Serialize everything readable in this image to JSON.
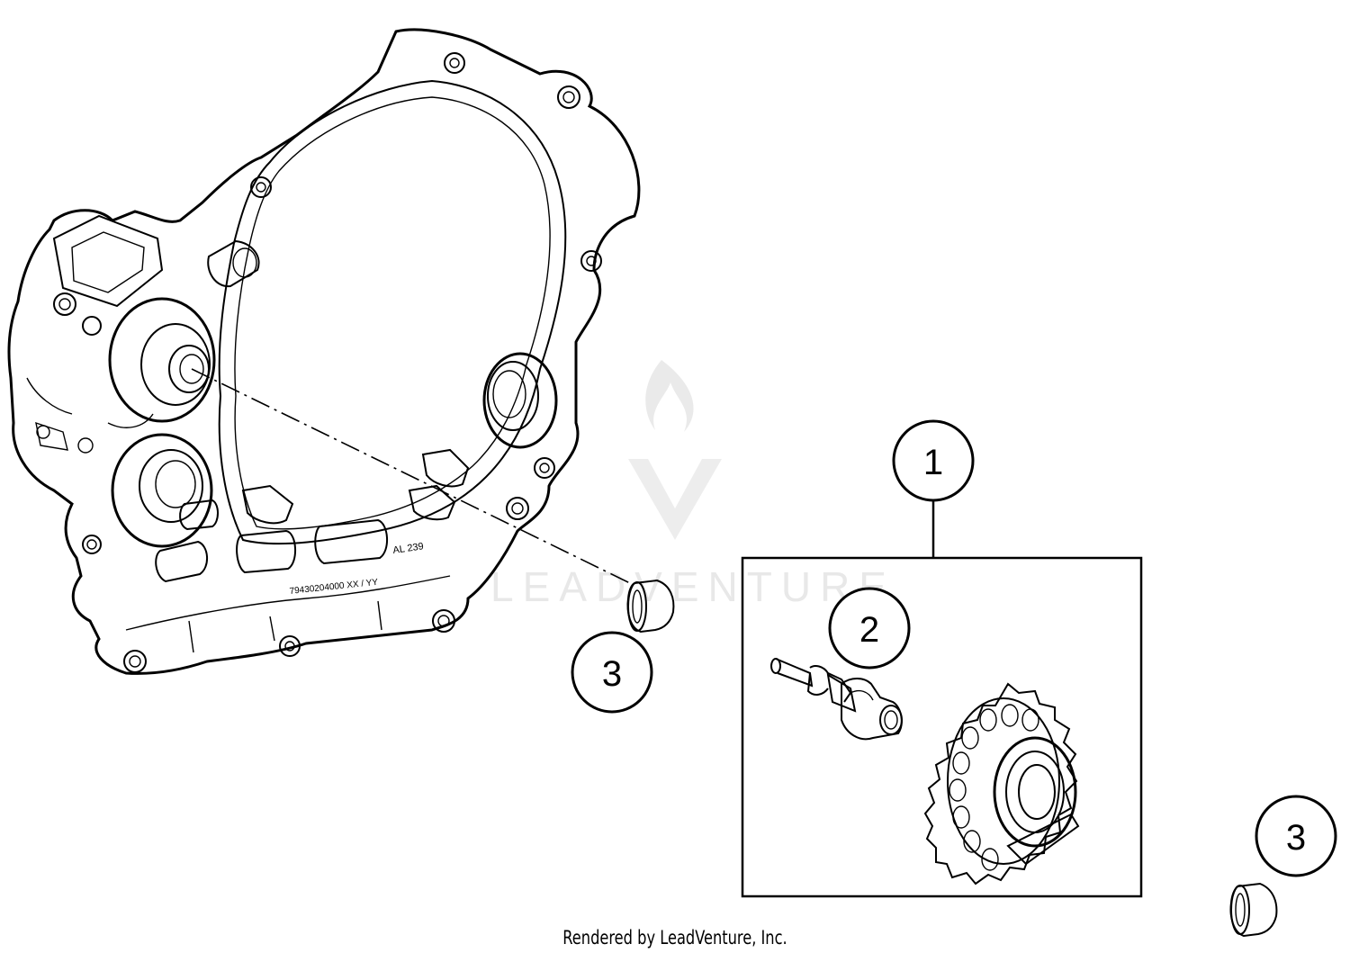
{
  "diagram": {
    "callouts": [
      {
        "id": "callout-1",
        "label": "1"
      },
      {
        "id": "callout-2",
        "label": "2"
      },
      {
        "id": "callout-3a",
        "label": "3"
      },
      {
        "id": "callout-3b",
        "label": "3"
      }
    ],
    "casting_marks": {
      "al_mark": "AL 239",
      "part_number": "79430204000 XX / YY"
    },
    "watermark": "LEADVENTURE",
    "credit": "Rendered by LeadVenture, Inc."
  }
}
